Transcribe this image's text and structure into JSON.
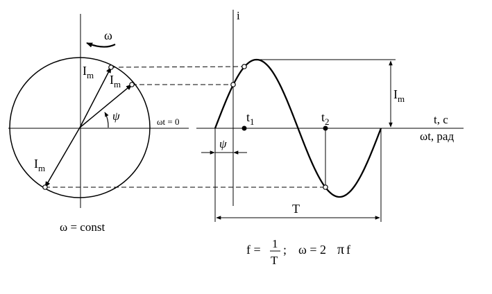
{
  "phasor": {
    "omega_symbol": "ω",
    "im_label": "I",
    "im_sub": "m",
    "psi": "ψ",
    "wt0_label": "ωt = 0",
    "constant_note": "ω = const"
  },
  "waveform": {
    "i_axis": "i",
    "t_axis": "t, c",
    "wt_axis": "ωt, рад",
    "im_label": "I",
    "im_sub": "m",
    "t1": "t",
    "t1_sub": "1",
    "t2": "t",
    "t2_sub": "2",
    "period": "T",
    "psi": "ψ"
  },
  "formula": {
    "f": "f =",
    "num": "1",
    "den": "T",
    "sep": ";",
    "omega": "ω = 2",
    "pi": "π",
    "tail": "f"
  },
  "colors": {
    "ink": "#000000",
    "background": "#ffffff"
  }
}
